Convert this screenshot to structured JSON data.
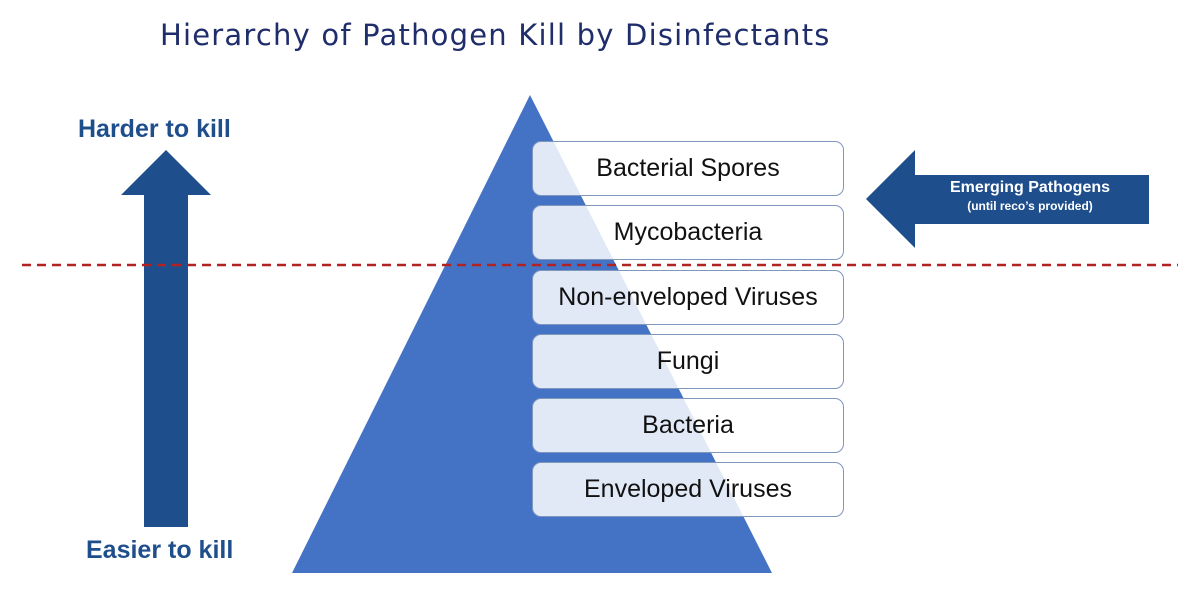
{
  "title": "Hierarchy of Pathogen Kill by Disinfectants",
  "axis": {
    "top_label": "Harder to kill",
    "bottom_label": "Easier to kill"
  },
  "levels": [
    "Bacterial Spores",
    "Mycobacteria",
    "Non-enveloped Viruses",
    "Fungi",
    "Bacteria",
    "Enveloped Viruses"
  ],
  "callout": {
    "label": "Emerging Pathogens",
    "sublabel": "(until reco’s provided)"
  },
  "colors": {
    "pyramid": "#4472c4",
    "arrow": "#1f4e8c",
    "divider": "#b22222",
    "title": "#1f2d6b"
  }
}
